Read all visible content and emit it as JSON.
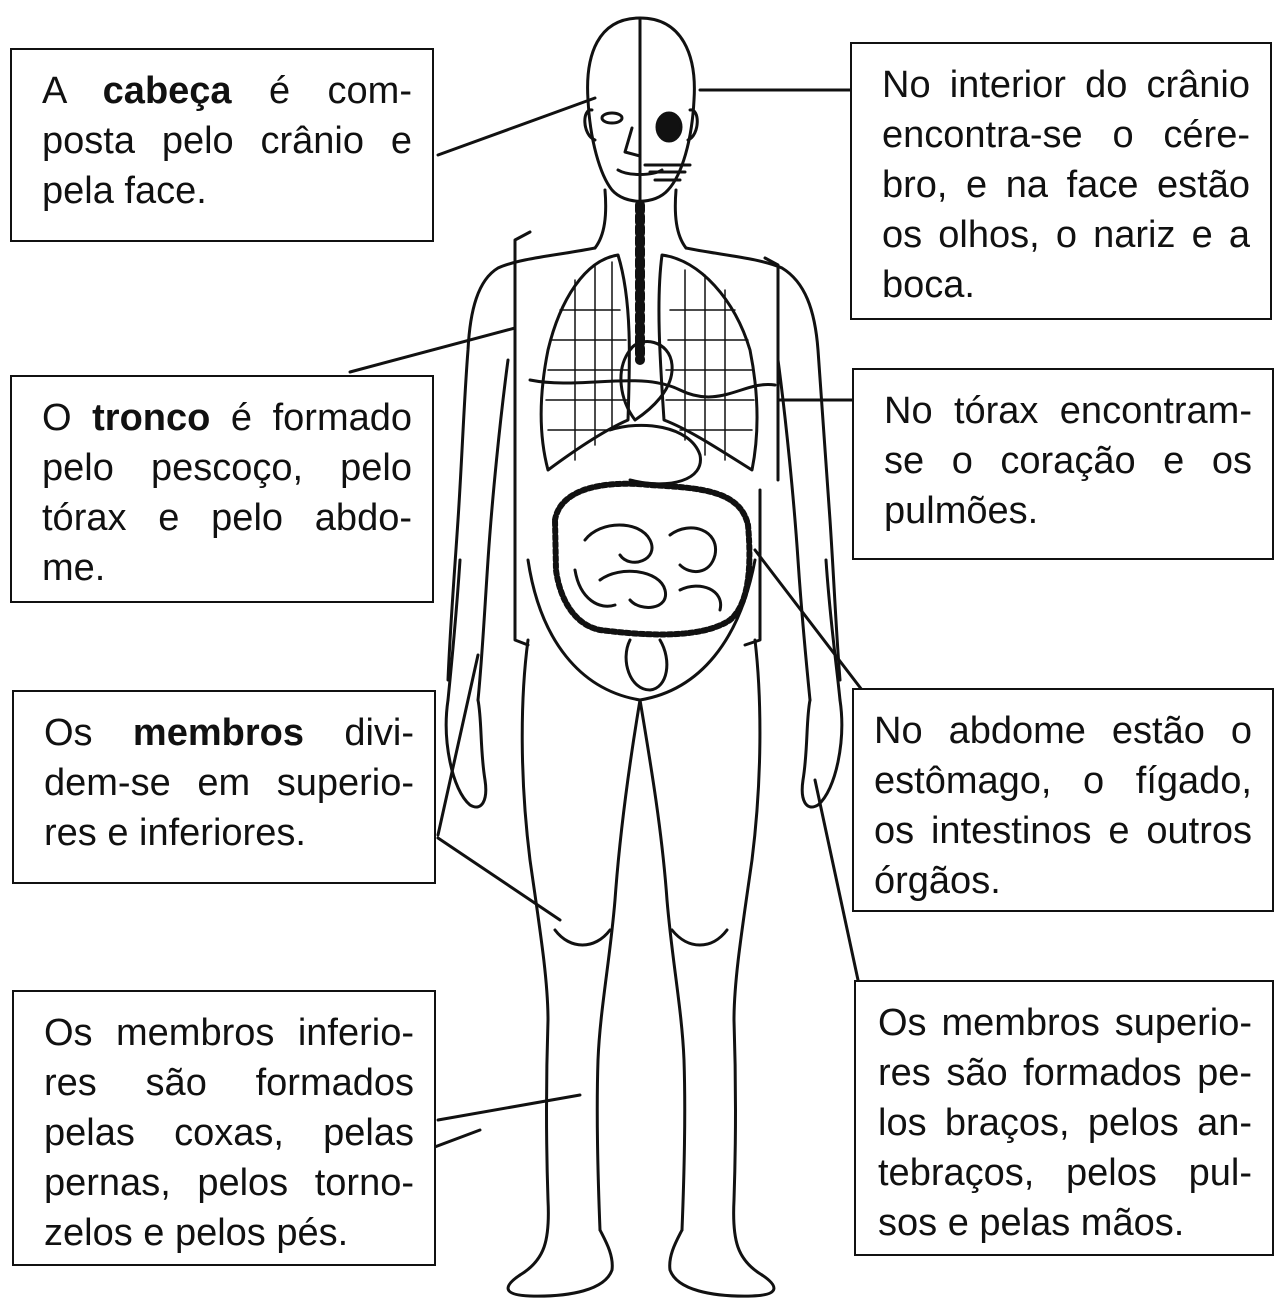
{
  "boxes": {
    "head": {
      "pre": "A ",
      "bold": "cabeça",
      "l1_rest": " é com-",
      "l2": "posta pelo crânio e",
      "l3": "pela face."
    },
    "skull": {
      "l1": "No interior do crânio",
      "l2": "encontra-se o cére-",
      "l3": "bro, e na face estão",
      "l4": "os olhos, o nariz e a",
      "l5": "boca."
    },
    "trunk": {
      "pre": "O ",
      "bold": "tronco",
      "l1_rest": " é formado",
      "l2": "pelo pescoço, pelo",
      "l3": "tórax e pelo abdo-",
      "l4": "me."
    },
    "thorax": {
      "l1": "No tórax encontram-",
      "l2": "se o coração e os",
      "l3": "pulmões."
    },
    "limbs": {
      "pre": "Os ",
      "bold": "membros",
      "l1_rest": " divi-",
      "l2": "dem-se em superio-",
      "l3": "res e inferiores."
    },
    "abdomen": {
      "l1": "No abdome estão o",
      "l2": "estômago, o fígado,",
      "l3": "os intestinos e outros",
      "l4": "órgãos."
    },
    "lower": {
      "l1": "Os membros inferio-",
      "l2": "res são formados",
      "l3": "pelas coxas, pelas",
      "l4": "pernas, pelos torno-",
      "l5": "zelos e pelos pés."
    },
    "upper": {
      "l1": "Os membros superio-",
      "l2": "res são formados pe-",
      "l3": "los braços, pelos an-",
      "l4": "tebraços, pelos pul-",
      "l5": "sos e pelas mãos."
    }
  },
  "colors": {
    "ink": "#111111",
    "paper": "#ffffff"
  }
}
